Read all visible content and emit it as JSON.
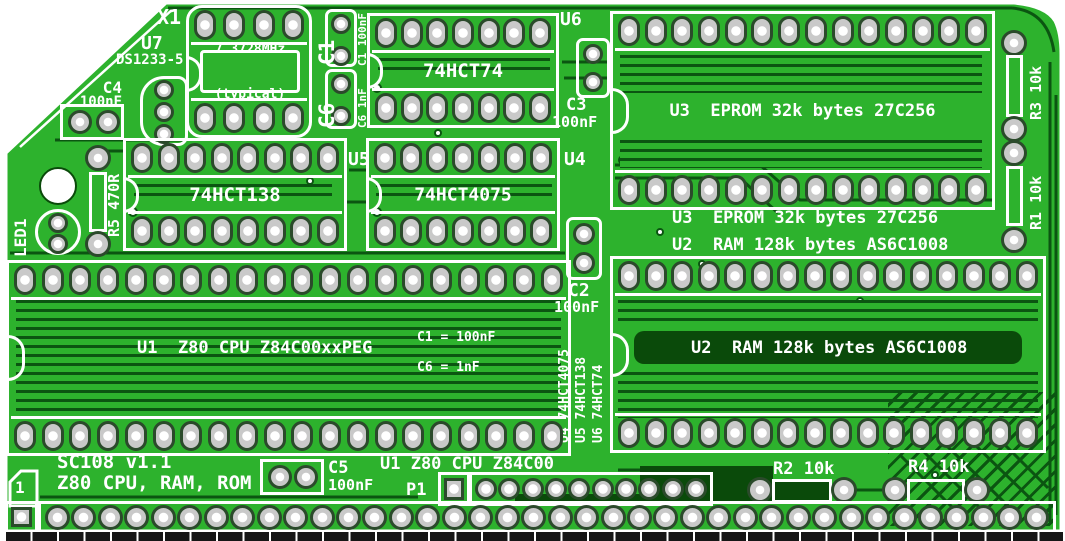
{
  "board": {
    "name": "SC108 v1.1",
    "description": "Z80 CPU, RAM, ROM",
    "pin1_marker": "1",
    "edge_connector_pins": 38
  },
  "colors": {
    "board_green": "#2db22d",
    "trace_green": "#0b5511",
    "pour_dark": "#0a4a0a",
    "silkscreen": "#ffffff",
    "pad_gray": "#c9c9c9"
  },
  "sockets": {
    "x1": {
      "ref": "X1",
      "freq": "7.3728MHz",
      "freq_note": "(typical)",
      "pins_per_row": 4
    },
    "u6": {
      "ref": "U6",
      "chip": "74HCT74",
      "pins_per_row": 7
    },
    "u5": {
      "ref": "U5",
      "chip": "74HCT138",
      "pins_per_row": 8
    },
    "u4": {
      "ref": "U4",
      "chip": "74HCT4075",
      "pins_per_row": 7
    },
    "u3": {
      "label": "U3  EPROM 32k bytes 27C256",
      "pins_per_row": 14
    },
    "u2": {
      "label": "U2  RAM 128k bytes AS6C1008",
      "pins_per_row": 16
    },
    "u1": {
      "label": "U1  Z80 CPU Z84C00xxPEG",
      "bottom_label": "U1 Z80 CPU Z84C00",
      "pins_per_row": 20
    }
  },
  "components": {
    "u7": {
      "ref": "U7",
      "part": "DS1233-5"
    },
    "led1": {
      "ref": "LED1"
    },
    "r5": {
      "label": "R5 470R"
    },
    "r3": {
      "label": "R3 10k"
    },
    "r1": {
      "label": "R1 10k"
    },
    "r2": {
      "label": "R2 10k"
    },
    "r4": {
      "label": "R4 10k"
    },
    "c4": {
      "ref": "C4",
      "value": "100nF"
    },
    "c3": {
      "ref": "C3",
      "value": "100nF"
    },
    "c2": {
      "ref": "C2",
      "value": "100nF"
    },
    "c5": {
      "ref": "C5",
      "value": "100nF"
    },
    "c1": {
      "ref": "C1",
      "note": "C1 100nF"
    },
    "c6": {
      "ref": "C6",
      "note": "C6 1nF"
    },
    "p1": {
      "ref": "P1",
      "pins": 10
    }
  },
  "notes": {
    "c1_value": "C1 = 100nF",
    "c6_value": "C6 = 1nF",
    "vert_u4": "U4 74HCT4075",
    "vert_u5": "U5 74HCT138",
    "vert_u6": "U6 74HCT74"
  }
}
